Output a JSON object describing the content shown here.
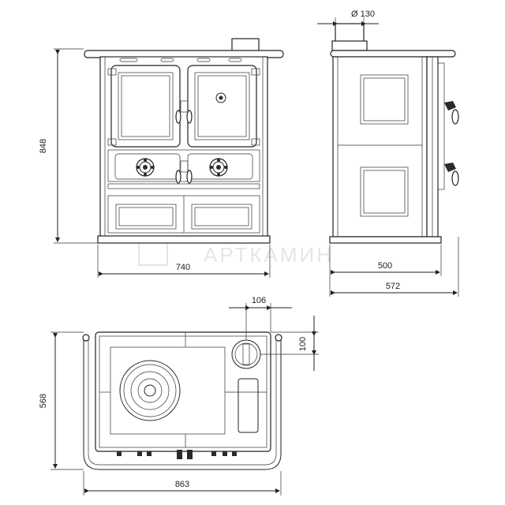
{
  "watermark": "АРТКАМИН",
  "dimensions": {
    "front_height": "848",
    "front_width": "740",
    "flue_diameter": "Ø 130",
    "side_depth_body": "500",
    "side_depth_total": "572",
    "top_flue_offset_x": "106",
    "top_flue_offset_y": "100",
    "top_depth": "568",
    "top_width": "863"
  }
}
